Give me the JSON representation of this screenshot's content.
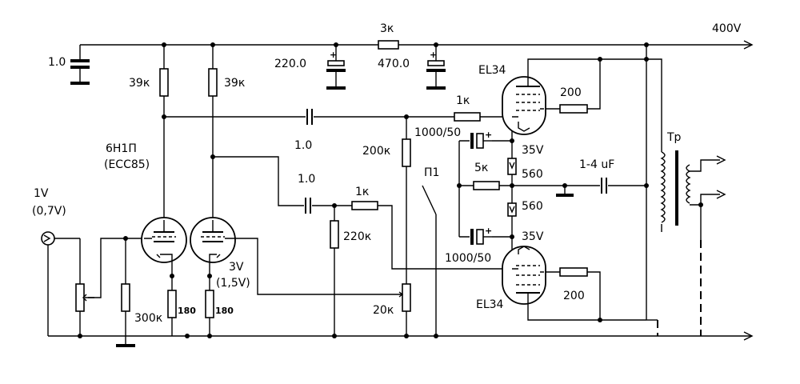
{
  "supply": {
    "b_plus": "400V"
  },
  "capacitors": {
    "c_filter1": "1.0",
    "c_filter2": "220.0",
    "c_filter3": "470.0",
    "c_coupling1": "1.0",
    "c_coupling2": "1.0",
    "c_bypass1": "1000/50",
    "c_bypass2": "1000/50",
    "c_out": "1-4 uF"
  },
  "resistors": {
    "r_plate1": "39к",
    "r_plate2": "39к",
    "r_supply": "3к",
    "r_grid_top": "1к",
    "r_grid_bot": "1к",
    "r_200k": "200к",
    "r_220k": "220к",
    "r_20k": "20к",
    "r_300k": "300к",
    "r_cath1": "180",
    "r_cath2": "180",
    "r_5k": "5к",
    "r_560a": "560",
    "r_560b": "560",
    "r_g2a": "200",
    "r_g2b": "200"
  },
  "tubes": {
    "driver_line1": "6Н1П",
    "driver_line2": "(ECC85)",
    "power_top": "EL34",
    "power_bot": "EL34"
  },
  "voltages": {
    "input_line1": "1V",
    "input_line2": "(0,7V)",
    "cath_line1": "3V",
    "cath_line2": "(1,5V)",
    "bias_top": "35V",
    "bias_bot": "35V"
  },
  "switch": {
    "label": "П1"
  },
  "transformer": {
    "label": "Tp"
  }
}
